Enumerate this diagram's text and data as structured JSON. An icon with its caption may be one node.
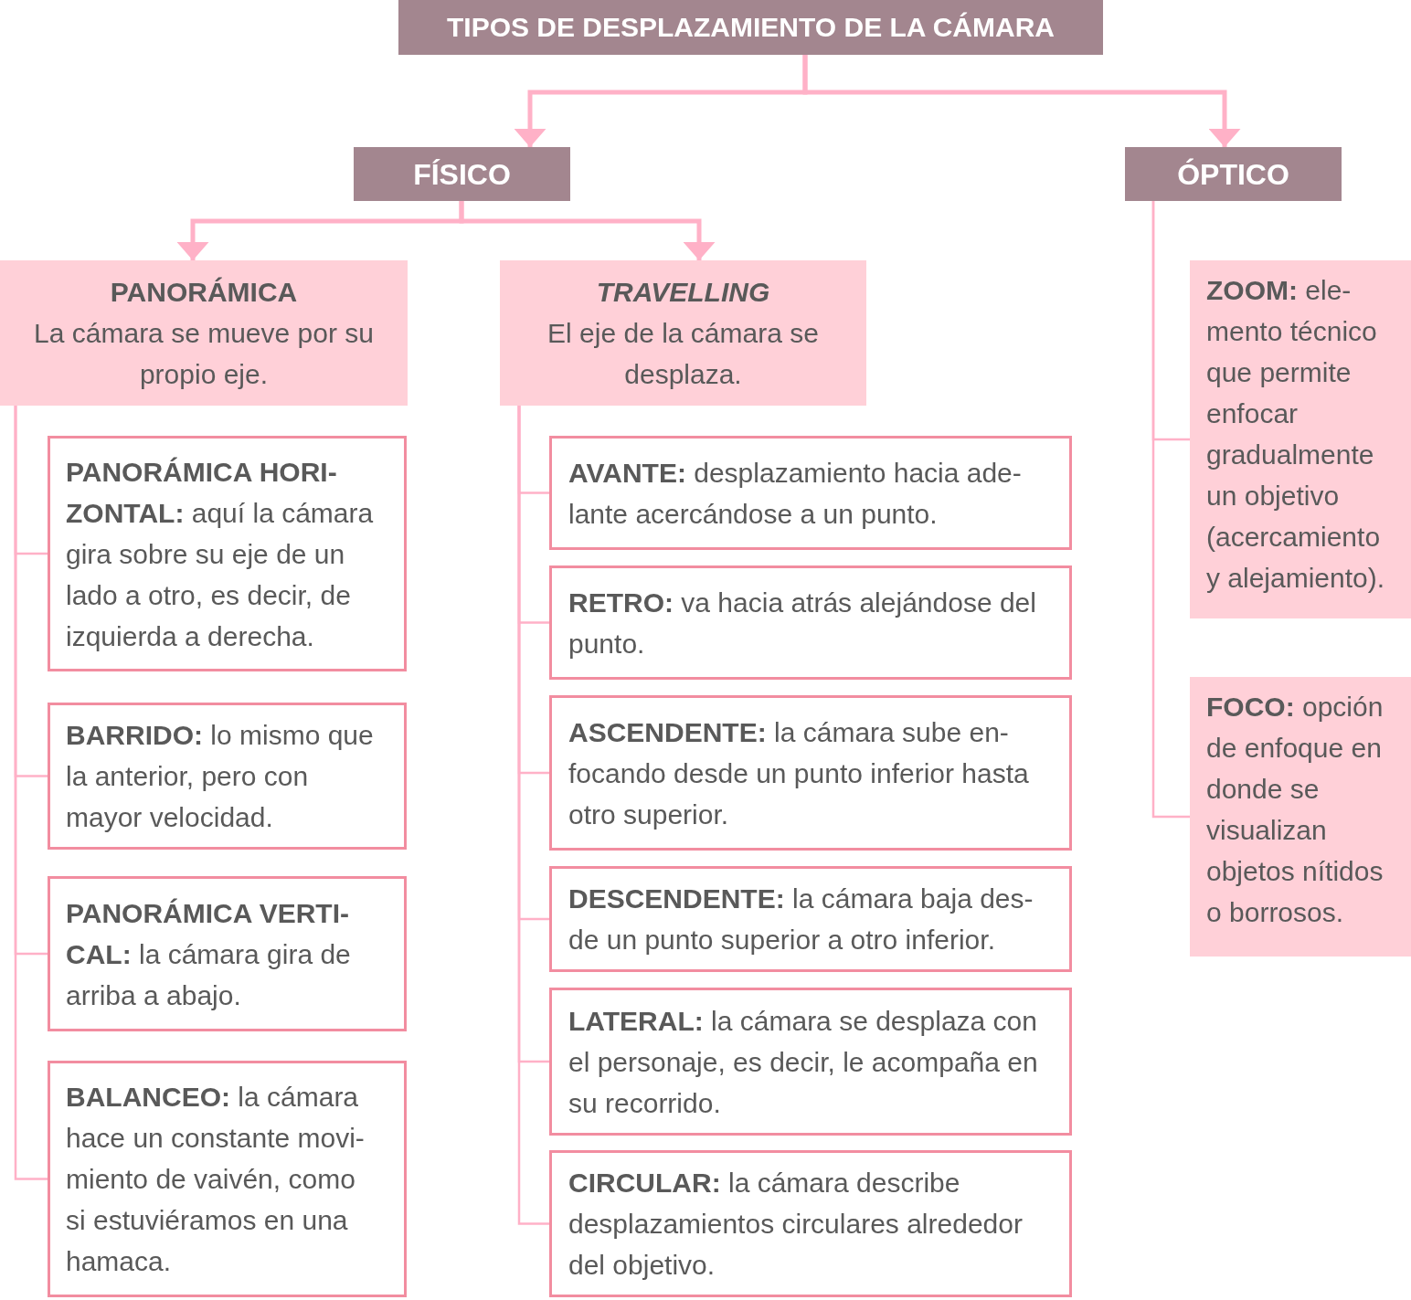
{
  "diagram": {
    "nodes": [
      {
        "text": [
          "TIPOS DE DESPLAZAMIENTO DE LA CÁMARA"
        ]
      },
      {
        "text": [
          "FÍSICO"
        ]
      },
      {
        "text": [
          "ÓPTICO"
        ]
      },
      {
        "text": [
          "PANORÁMICA",
          "La cámara se mueve por su propio eje."
        ]
      },
      {
        "text": [
          "TRAVELLING",
          "El eje de la cámara se desplaza."
        ]
      },
      {
        "text": [
          "**PANORÁMICA HORI- ZONTAL:** aquí la cámara gira sobre su eje de un lado a otro, es decir, de izquierda a derecha."
        ]
      },
      {
        "text": [
          "**BARRIDO:** lo mismo que la anterior, pero con mayor velocidad."
        ]
      },
      {
        "text": [
          "**PANORÁMICA VERTI- CAL:** la cámara gira de arriba a abajo."
        ]
      },
      {
        "text": [
          "**BALANCEO:** la cámara hace un constante movi- miento de vaivén, como si estuviéramos en una hamaca."
        ]
      },
      {
        "text": [
          "**AVANTE:** desplazamiento hacia ade- lante acercándose a un punto."
        ]
      },
      {
        "text": [
          "**RETRO:** va hacia atrás alejándose del punto."
        ]
      },
      {
        "text": [
          "**ASCENDENTE:** la cámara sube en- focando desde un punto inferior hasta otro superior."
        ]
      },
      {
        "text": [
          "**DESCENDENTE:** la cámara baja des- de un punto superior a otro inferior."
        ]
      },
      {
        "text": [
          "**LATERAL:** la cámara se desplaza con el personaje, es decir, le acompaña en su recorrido."
        ]
      },
      {
        "text": [
          "**CIRCULAR:** la cámara describe desplazamientos circulares alrededor del objetivo."
        ]
      },
      {
        "text": [
          "**ZOOM:** ele- mento técnico que permite enfocar gradualmente un objetivo (acercamiento y alejamiento)."
        ]
      },
      {
        "text": [
          "**FOCO:** opción de enfoque en donde se visualizan objetos nítidos o borrosos."
        ]
      }
    ],
    "edges": [
      {
        "from": 0,
        "to": 1,
        "arrow": "to",
        "style": "thick"
      },
      {
        "from": 0,
        "to": 2,
        "arrow": "to",
        "style": "thick"
      },
      {
        "from": 1,
        "to": 3,
        "arrow": "to",
        "style": "thick"
      },
      {
        "from": 1,
        "to": 4,
        "arrow": "to",
        "style": "thick"
      },
      {
        "from": 3,
        "to": 5,
        "arrow": "none"
      },
      {
        "from": 3,
        "to": 6,
        "arrow": "none"
      },
      {
        "from": 3,
        "to": 7,
        "arrow": "none"
      },
      {
        "from": 3,
        "to": 8,
        "arrow": "none"
      },
      {
        "from": 4,
        "to": 9,
        "arrow": "none"
      },
      {
        "from": 4,
        "to": 10,
        "arrow": "none"
      },
      {
        "from": 4,
        "to": 11,
        "arrow": "none"
      },
      {
        "from": 4,
        "to": 12,
        "arrow": "none"
      },
      {
        "from": 4,
        "to": 13,
        "arrow": "none"
      },
      {
        "from": 4,
        "to": 14,
        "arrow": "none"
      },
      {
        "from": 2,
        "to": 15,
        "arrow": "none"
      },
      {
        "from": 2,
        "to": 16,
        "arrow": "none"
      }
    ]
  }
}
